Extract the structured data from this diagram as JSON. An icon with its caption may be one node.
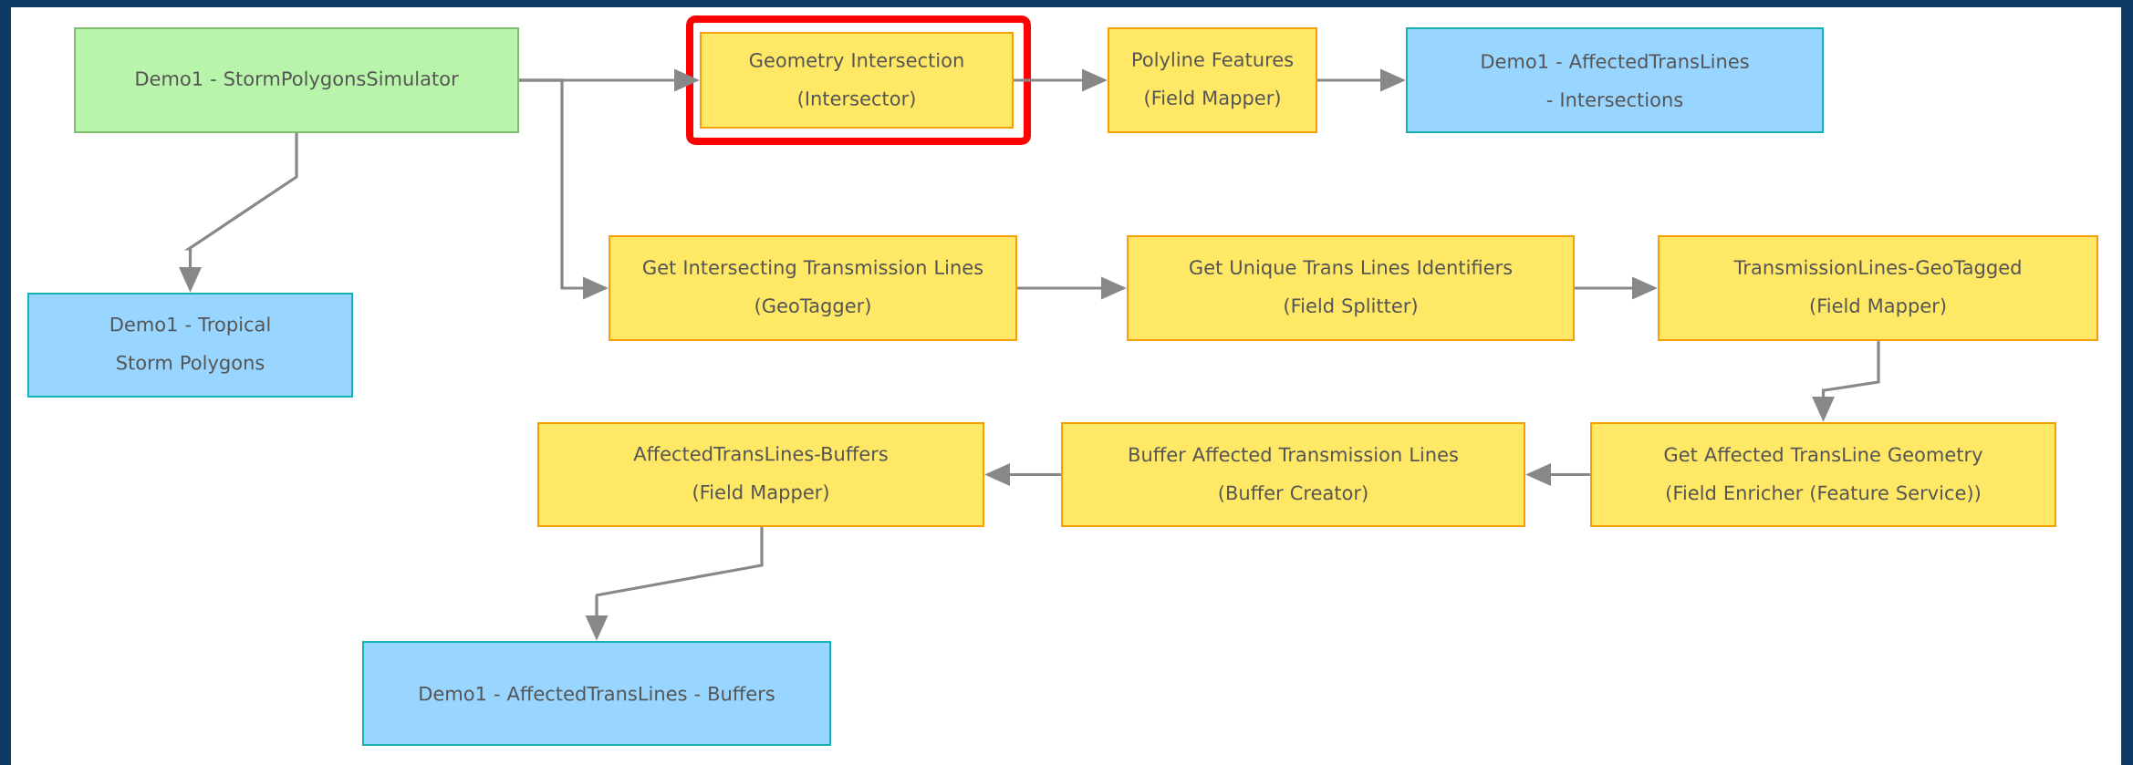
{
  "diagram": {
    "nodes": [
      {
        "text": [
          "Demo1 - StormPolygonsSimulator"
        ]
      },
      {
        "text": [
          "Geometry Intersection",
          "(Intersector)"
        ]
      },
      {
        "text": [
          "Polyline Features",
          "(Field Mapper)"
        ]
      },
      {
        "text": [
          "Demo1 - AffectedTransLines - Intersections"
        ]
      },
      {
        "text": [
          "Demo1 - Tropical Storm Polygons"
        ]
      },
      {
        "text": [
          "Get Intersecting Transmission Lines",
          "(GeoTagger)"
        ]
      },
      {
        "text": [
          "Get Unique Trans Lines Identifiers",
          "(Field Splitter)"
        ]
      },
      {
        "text": [
          "TransmissionLines-GeoTagged",
          "(Field Mapper)"
        ]
      },
      {
        "text": [
          "Get Affected TransLine Geometry",
          "(Field Enricher (Feature Service))"
        ]
      },
      {
        "text": [
          "Buffer Affected Transmission Lines",
          "(Buffer Creator)"
        ]
      },
      {
        "text": [
          "AffectedTransLines-Buffers",
          "(Field Mapper)"
        ]
      },
      {
        "text": [
          "Demo1 - AffectedTransLines - Buffers"
        ]
      }
    ],
    "edges": [
      {
        "from": 0,
        "to": 1,
        "arrow": "to"
      },
      {
        "from": 0,
        "to": 5,
        "arrow": "to"
      },
      {
        "from": 0,
        "to": 4,
        "arrow": "to"
      },
      {
        "from": 1,
        "to": 2,
        "arrow": "to"
      },
      {
        "from": 2,
        "to": 3,
        "arrow": "to"
      },
      {
        "from": 5,
        "to": 6,
        "arrow": "to"
      },
      {
        "from": 6,
        "to": 7,
        "arrow": "to"
      },
      {
        "from": 7,
        "to": 8,
        "arrow": "to"
      },
      {
        "from": 8,
        "to": 9,
        "arrow": "to"
      },
      {
        "from": 9,
        "to": 10,
        "arrow": "to"
      },
      {
        "from": 10,
        "to": 11,
        "arrow": "to"
      }
    ]
  }
}
